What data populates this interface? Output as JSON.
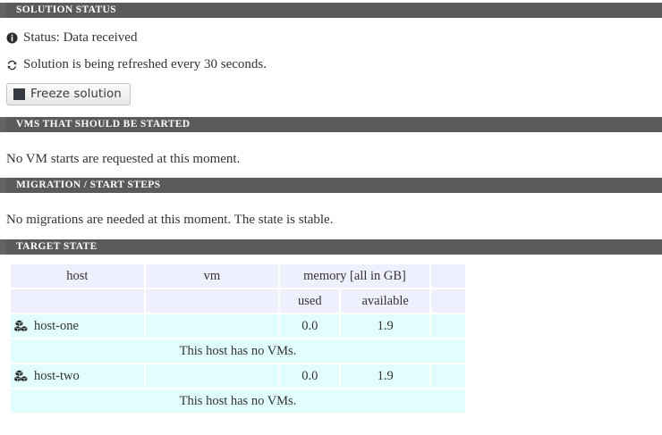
{
  "sections": {
    "solution_status": {
      "title": "Solution status",
      "status_icon": "info-circle-icon",
      "status_text": "Status: Data received",
      "refresh_icon": "refresh-icon",
      "refresh_text": "Solution is being refreshed every 30 seconds.",
      "freeze_button": {
        "label": "Freeze solution",
        "icon": "stop-square-icon"
      }
    },
    "vms_to_start": {
      "title": "VMs that should be started",
      "message": "No VM starts are requested at this moment."
    },
    "migration_steps": {
      "title": "Migration / start steps",
      "message": "No migrations are needed at this moment. The state is stable."
    },
    "target_state": {
      "title": "Target state",
      "table": {
        "header_row_1": [
          "host",
          "vm",
          "memory [all in GB]",
          ""
        ],
        "header_row_2": [
          "",
          "",
          "used",
          "available",
          ""
        ],
        "rows": [
          {
            "icon": "cubes-icon",
            "host": "host-one",
            "vm": "",
            "used": "0.0",
            "available": "1.9",
            "extra": "",
            "note": "This host has no VMs."
          },
          {
            "icon": "cubes-icon",
            "host": "host-two",
            "vm": "",
            "used": "0.0",
            "available": "1.9",
            "extra": "",
            "note": "This host has no VMs."
          }
        ]
      }
    }
  },
  "colors": {
    "section_bar": "#5a5a5a",
    "table_header": "#eff0fd",
    "table_row": "#e2fdfd",
    "text": "#333333",
    "icon_dark": "#343a40"
  }
}
